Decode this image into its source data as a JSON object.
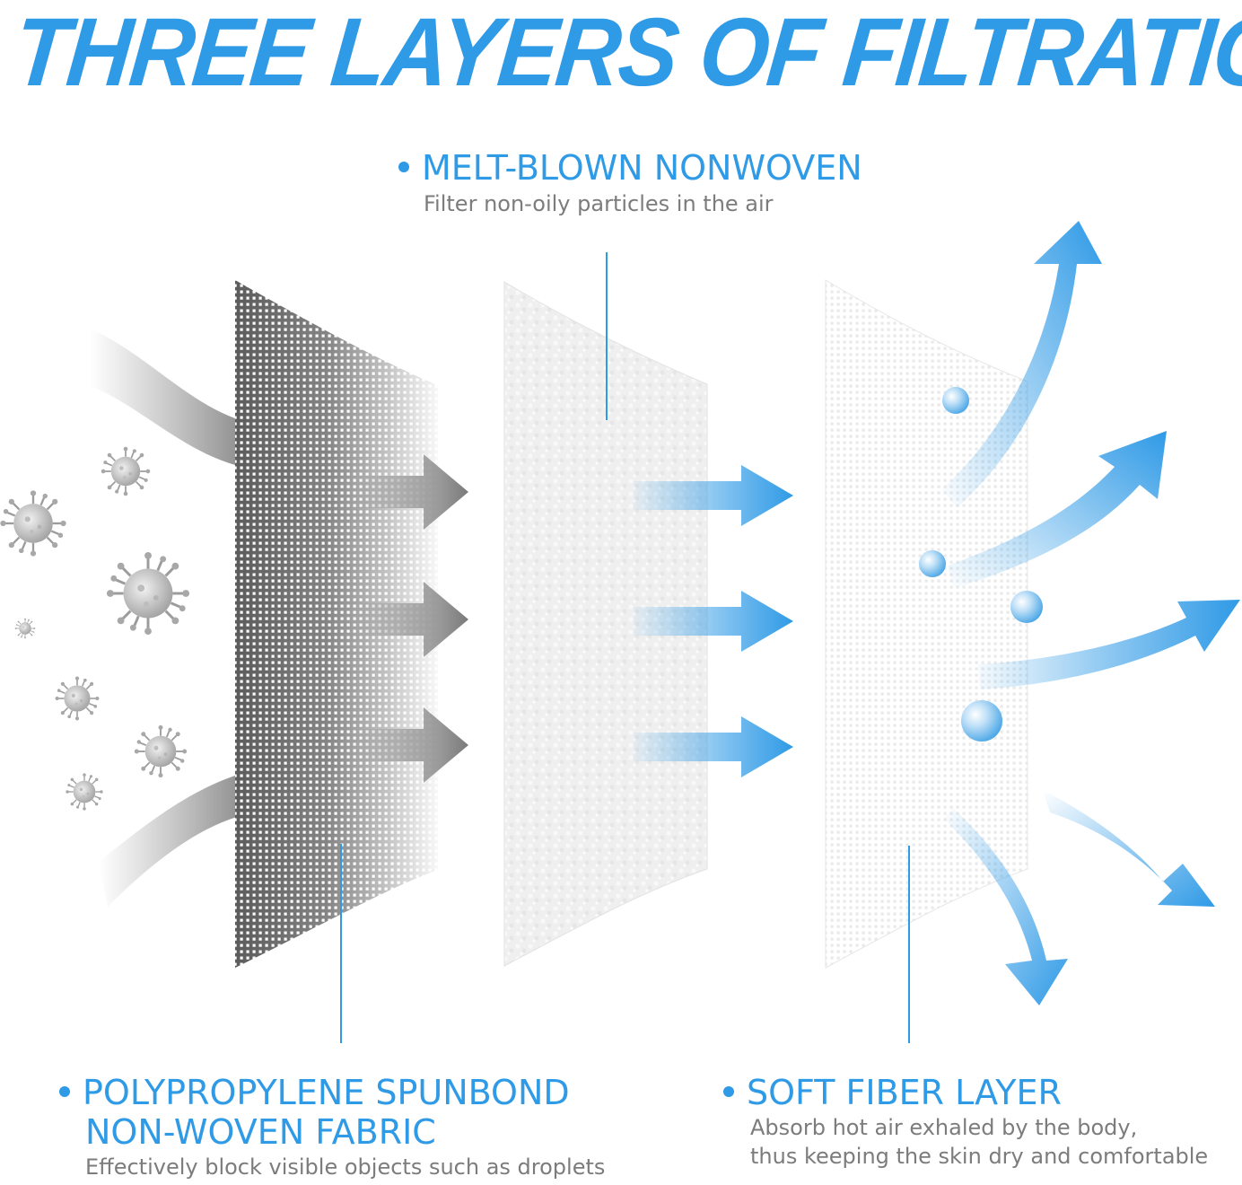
{
  "title": "THREE LAYERS OF FILTRATION",
  "layers": [
    {
      "heading_lines": [
        "MELT-BLOWN NONWOVEN"
      ],
      "description_lines": [
        "Filter non-oily particles in the air"
      ]
    },
    {
      "heading_lines": [
        "POLYPROPYLENE SPUNBOND",
        "NON-WOVEN FABRIC"
      ],
      "description_lines": [
        "Effectively block visible objects such as droplets"
      ]
    },
    {
      "heading_lines": [
        "SOFT FIBER LAYER"
      ],
      "description_lines": [
        "Absorb hot air exhaled by the body,",
        "thus keeping the skin dry and comfortable"
      ]
    }
  ],
  "colors": {
    "accent": "#2f9ae6",
    "description_text": "#7c7c7c",
    "arrow_gray": "#8a8a8a",
    "arrow_blue": "#2f9ae6",
    "leader_line": "#2f9ae6"
  },
  "icons": [
    "virus-icon",
    "droplet-icon",
    "arrow-icon"
  ]
}
